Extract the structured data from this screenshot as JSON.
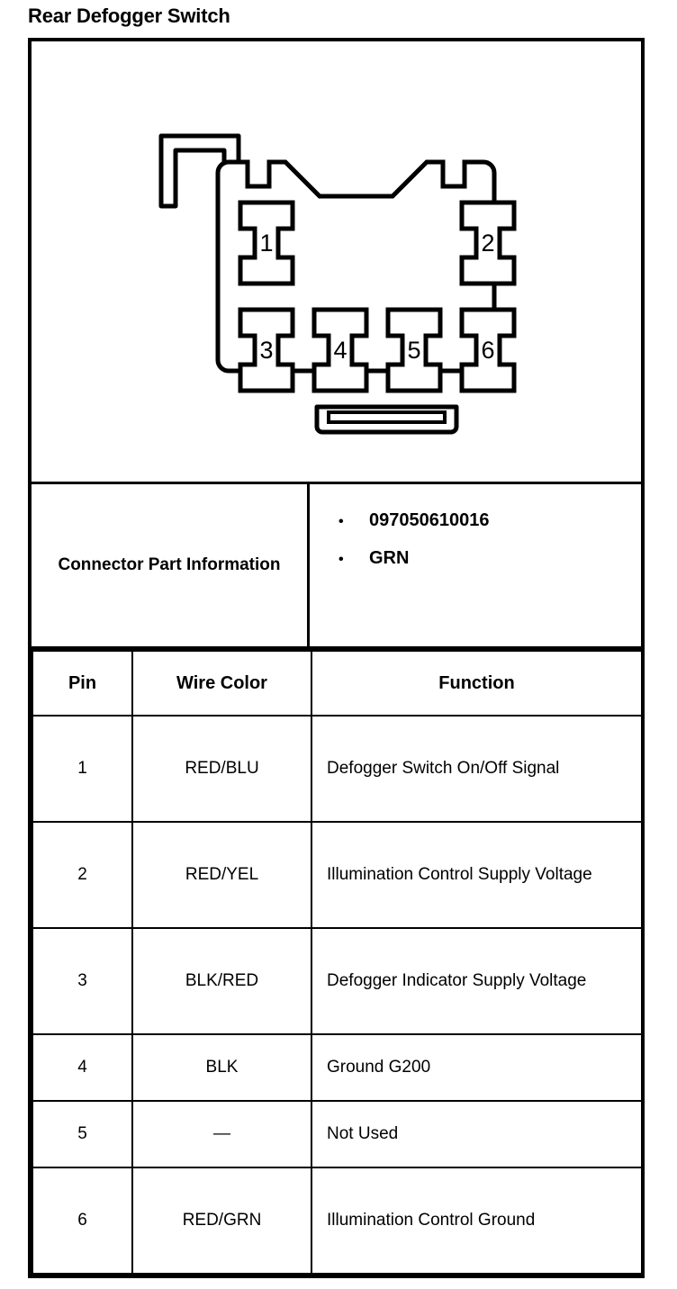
{
  "document": {
    "title": "Rear Defogger Switch"
  },
  "connector_diagram": {
    "name": "6-way connector face view",
    "top_row_pins": [
      "1",
      "2"
    ],
    "bottom_row_pins": [
      "3",
      "4",
      "5",
      "6"
    ],
    "cavity_count": 6,
    "line_color": "#000000",
    "fill_color": "#ffffff"
  },
  "part_information": {
    "label": "Connector Part Information",
    "bullet_glyph": "•",
    "items": [
      "097050610016",
      "GRN"
    ]
  },
  "pin_table": {
    "headers": [
      "Pin",
      "Wire Color",
      "Function"
    ],
    "rows": [
      {
        "pin": "1",
        "wire_color": "RED/BLU",
        "function": "Defogger Switch On/Off Signal"
      },
      {
        "pin": "2",
        "wire_color": "RED/YEL",
        "function": "Illumination Control Supply Voltage"
      },
      {
        "pin": "3",
        "wire_color": "BLK/RED",
        "function": "Defogger Indicator Supply Voltage"
      },
      {
        "pin": "4",
        "wire_color": "BLK",
        "function": "Ground G200"
      },
      {
        "pin": "5",
        "wire_color": "—",
        "function": "Not Used"
      },
      {
        "pin": "6",
        "wire_color": "RED/GRN",
        "function": "Illumination Control Ground"
      }
    ]
  }
}
